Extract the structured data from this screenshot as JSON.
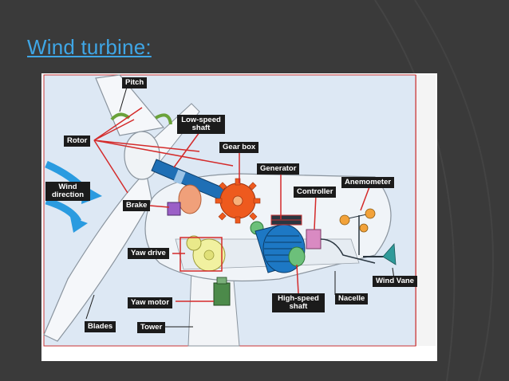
{
  "slide": {
    "title": "Wind turbine:"
  },
  "diagram": {
    "labels": {
      "pitch": "Pitch",
      "low_speed_shaft_line1": "Low-speed",
      "low_speed_shaft_line2": "shaft",
      "rotor": "Rotor",
      "gear_box": "Gear box",
      "generator": "Generator",
      "anemometer": "Anemometer",
      "controller": "Controller",
      "wind_direction_line1": "Wind",
      "wind_direction_line2": "direction",
      "brake": "Brake",
      "yaw_drive": "Yaw drive",
      "wind_vane": "Wind Vane",
      "high_speed_shaft_line1": "High-speed",
      "high_speed_shaft_line2": "shaft",
      "nacelle": "Nacelle",
      "yaw_motor": "Yaw motor",
      "blades": "Blades",
      "tower": "Tower"
    },
    "colors": {
      "label_bg": "#1b1b1b",
      "leader_red": "#d42a2a",
      "gear_orange": "#ee5a1e",
      "generator_blue": "#1d78c4",
      "wind_arrow_blue": "#2a9be0",
      "title_blue": "#3fa6e6"
    }
  }
}
